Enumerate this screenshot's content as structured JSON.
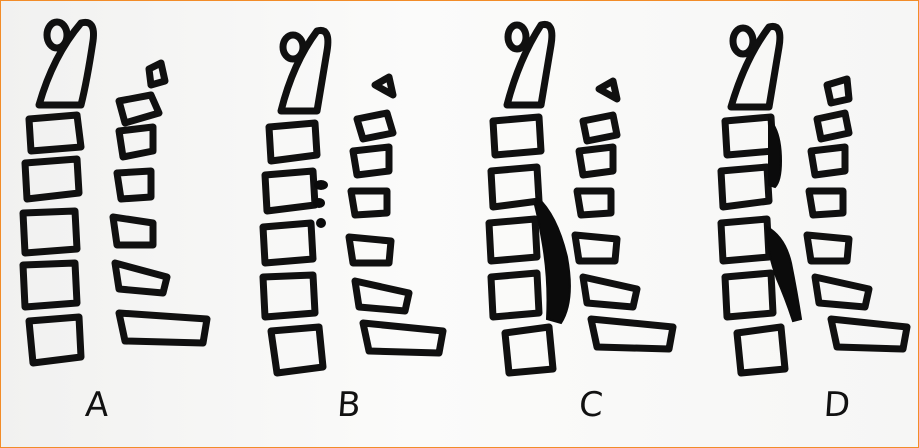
{
  "figure": {
    "border_color": "#f28c28",
    "ink_color": "#101010",
    "panels": [
      {
        "id": "a",
        "label": "A"
      },
      {
        "id": "b",
        "label": "B"
      },
      {
        "id": "c",
        "label": "C"
      },
      {
        "id": "d",
        "label": "D"
      }
    ]
  }
}
